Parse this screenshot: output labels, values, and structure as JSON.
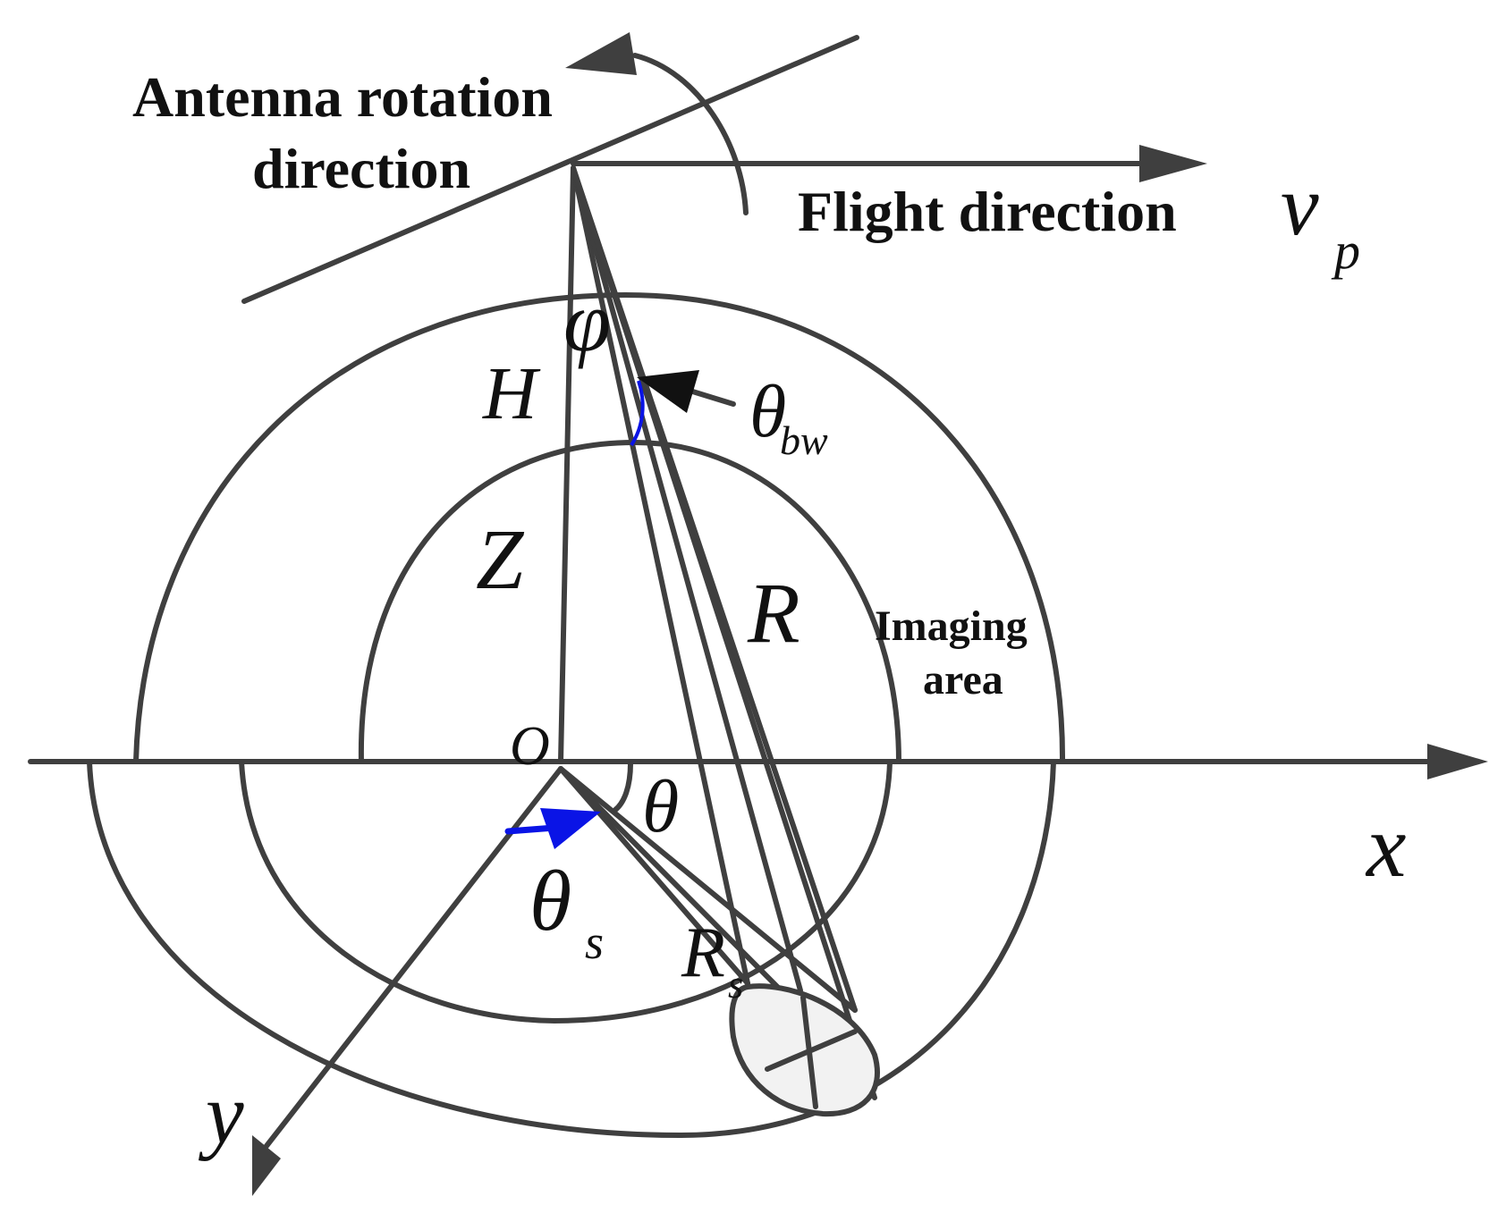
{
  "labels": {
    "antenna_line1": "Antenna rotation",
    "antenna_line2": "direction",
    "flight": "Flight direction",
    "vp_main": "v",
    "vp_sub": "p",
    "phi": "φ",
    "H": "H",
    "theta_bw_main": "θ",
    "theta_bw_sub": "bw",
    "Z": "Z",
    "R": "R",
    "imaging_line1": "Imaging",
    "imaging_line2": "area",
    "O": "O",
    "theta": "θ",
    "x": "x",
    "theta_s_main": "θ",
    "theta_s_sub": "s",
    "Rs_main": "R",
    "Rs_sub": "s",
    "y": "y"
  },
  "colors": {
    "line": "#3f3f3f",
    "text": "#111111",
    "accent_blue": "#0a14e6",
    "footprint_fill": "#f2f2f2"
  }
}
